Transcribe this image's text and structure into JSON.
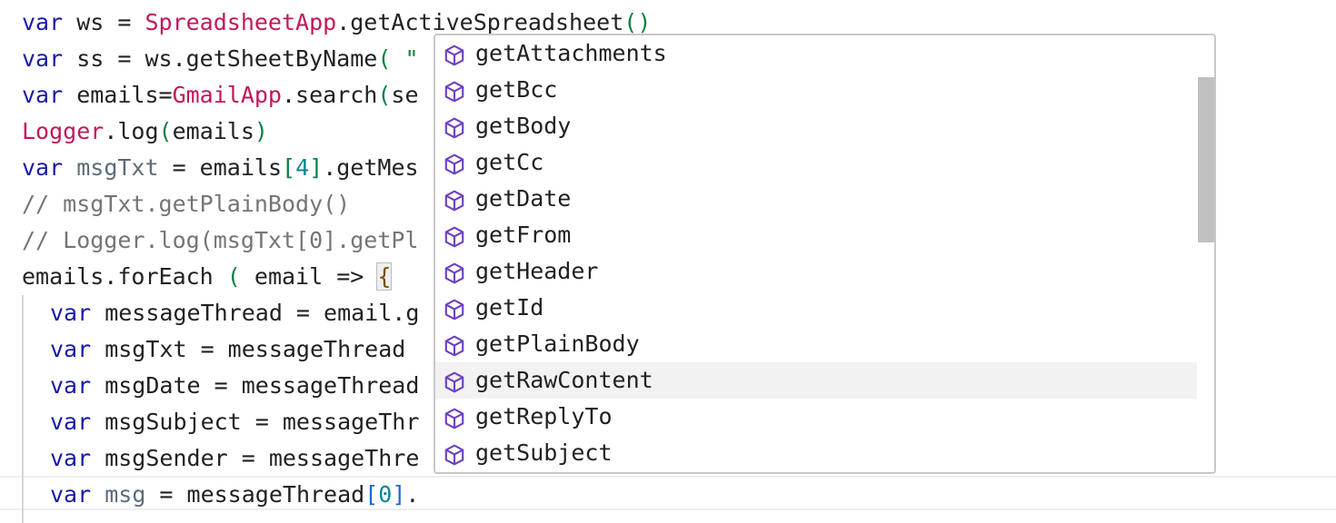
{
  "editor": {
    "lines": [
      [
        {
          "t": "var",
          "c": "kw"
        },
        {
          "t": " ws = "
        },
        {
          "t": "SpreadsheetApp",
          "c": "cls"
        },
        {
          "t": ".getActiveSpreadsheet"
        },
        {
          "t": "()",
          "c": "paren"
        }
      ],
      [
        {
          "t": "var",
          "c": "kw"
        },
        {
          "t": " ss = ws.getSheetByName"
        },
        {
          "t": "(",
          "c": "paren"
        },
        {
          "t": " "
        },
        {
          "t": "\"",
          "c": "str"
        }
      ],
      [
        {
          "t": "var",
          "c": "kw"
        },
        {
          "t": " emails="
        },
        {
          "t": "GmailApp",
          "c": "cls"
        },
        {
          "t": ".search"
        },
        {
          "t": "(",
          "c": "paren"
        },
        {
          "t": "se"
        }
      ],
      [
        {
          "t": "Logger",
          "c": "cls"
        },
        {
          "t": ".log"
        },
        {
          "t": "(",
          "c": "paren"
        },
        {
          "t": "emails"
        },
        {
          "t": ")",
          "c": "paren"
        }
      ],
      [
        {
          "t": "var",
          "c": "kw"
        },
        {
          "t": " "
        },
        {
          "t": "msgTxt",
          "c": "vr"
        },
        {
          "t": " = emails"
        },
        {
          "t": "[",
          "c": "bracket"
        },
        {
          "t": "4",
          "c": "num"
        },
        {
          "t": "]",
          "c": "bracket"
        },
        {
          "t": ".getMes"
        }
      ],
      [
        {
          "t": "// msgTxt.getPlainBody()",
          "c": "cmt"
        }
      ],
      [
        {
          "t": "// Logger.log(msgTxt[0].getPl",
          "c": "cmt"
        }
      ],
      [
        {
          "t": "emails.forEach "
        },
        {
          "t": "(",
          "c": "paren"
        },
        {
          "t": " email => "
        },
        {
          "t": "{",
          "c": "brace"
        }
      ],
      [
        {
          "t": "var",
          "c": "kw"
        },
        {
          "t": " messageThread = email.g"
        }
      ],
      [
        {
          "t": "var",
          "c": "kw"
        },
        {
          "t": " msgTxt = messageThread "
        }
      ],
      [
        {
          "t": "var",
          "c": "kw"
        },
        {
          "t": " msgDate = messageThread"
        }
      ],
      [
        {
          "t": "var",
          "c": "kw"
        },
        {
          "t": " msgSubject = messageThr"
        }
      ],
      [
        {
          "t": "var",
          "c": "kw"
        },
        {
          "t": " msgSender = messageThre"
        }
      ],
      [
        {
          "t": "var",
          "c": "kw"
        },
        {
          "t": " "
        },
        {
          "t": "msg",
          "c": "vr"
        },
        {
          "t": " = messageThread"
        },
        {
          "t": "[",
          "c": "idx"
        },
        {
          "t": "0",
          "c": "num"
        },
        {
          "t": "]",
          "c": "idx"
        },
        {
          "t": "."
        }
      ]
    ]
  },
  "suggest": {
    "icon": "method-cube-icon",
    "icon_color": "#6f42c1",
    "focused_index": 9,
    "items": [
      "getAttachments",
      "getBcc",
      "getBody",
      "getCc",
      "getDate",
      "getFrom",
      "getHeader",
      "getId",
      "getPlainBody",
      "getRawContent",
      "getReplyTo",
      "getSubject"
    ]
  }
}
